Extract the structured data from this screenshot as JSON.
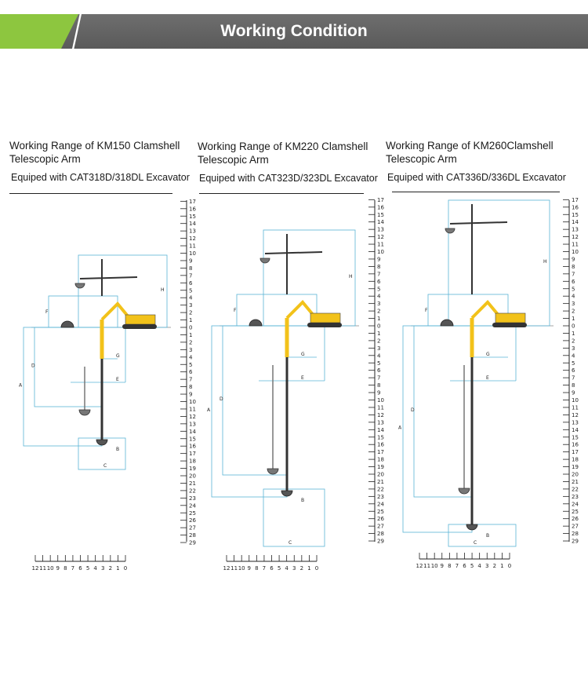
{
  "header": {
    "title": "Working Condition",
    "accent": "#8dc63f",
    "bar": "#5f5f5f"
  },
  "panels": [
    {
      "title": "Working Range of KM150 Clamshell Telescopic Arm",
      "subtitle": "Equiped with CAT318D/318DL Excavator",
      "dim_letters": [
        "A",
        "B",
        "C",
        "D",
        "E",
        "F",
        "G",
        "H"
      ]
    },
    {
      "title": "Working Range of KM220 Clamshell Telescopic Arm",
      "subtitle": "Equiped with CAT323D/323DL Excavator",
      "dim_letters": [
        "A",
        "B",
        "C",
        "D",
        "E",
        "F",
        "G",
        "H"
      ]
    },
    {
      "title": "Working Range of KM260Clamshell Telescopic Arm",
      "subtitle": "Equiped with CAT336D/336DL Excavator",
      "dim_letters": [
        "A",
        "B",
        "C",
        "D",
        "E",
        "F",
        "G",
        "H"
      ]
    }
  ],
  "vertical_scale": {
    "upper": [
      "17",
      "16",
      "15",
      "14",
      "13",
      "12",
      "11",
      "10",
      "9",
      "8",
      "7",
      "6",
      "5",
      "4",
      "3",
      "2",
      "1",
      "0"
    ],
    "lower": [
      "1",
      "2",
      "3",
      "4",
      "5",
      "6",
      "7",
      "8",
      "9",
      "10",
      "11",
      "12",
      "13",
      "14",
      "15",
      "16",
      "17",
      "18",
      "19",
      "20",
      "21",
      "22",
      "23",
      "24",
      "25",
      "26",
      "27",
      "28",
      "29"
    ]
  },
  "horizontal_scale": [
    "12",
    "11",
    "10",
    "9",
    "8",
    "7",
    "6",
    "5",
    "4",
    "3",
    "2",
    "1",
    "0"
  ],
  "colors": {
    "dimension": "#5ab4d6",
    "machine": "#f2c21a",
    "arm": "#333333"
  }
}
